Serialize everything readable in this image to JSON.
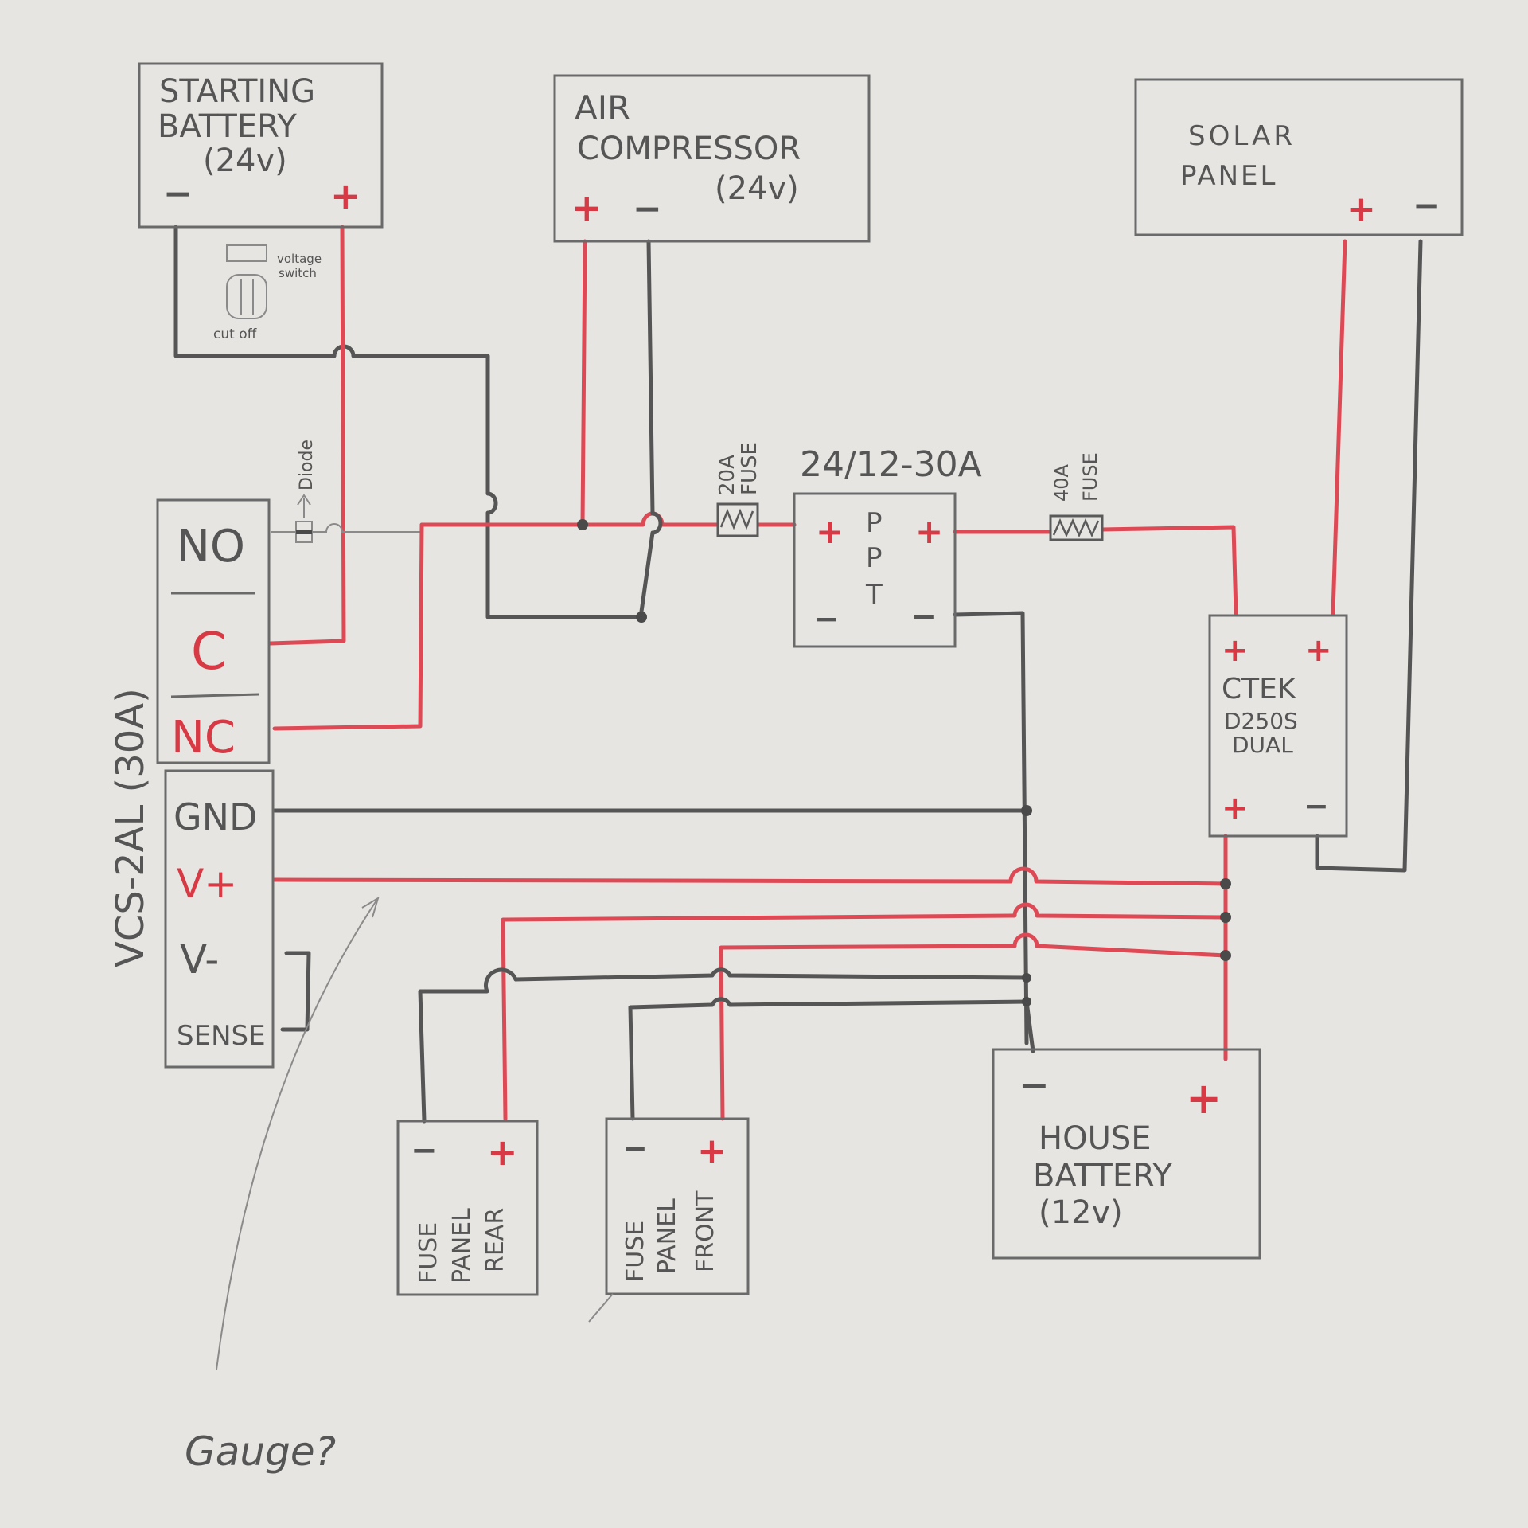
{
  "colors": {
    "paper": "#e7e5e1",
    "positive_wire": "#dd4a55",
    "negative_wire": "#555555",
    "pencil": "#6a6a6a"
  },
  "starting_battery": {
    "line1": "STARTING",
    "line2": "BATTERY",
    "line3": "(24v)",
    "neg": "−",
    "pos": "+"
  },
  "cutoff": {
    "label1": "voltage",
    "label2": "switch",
    "label3": "cut off"
  },
  "air_compressor": {
    "line1": "AIR",
    "line2": "COMPRESSOR",
    "line3": "(24v)",
    "pos": "+",
    "neg": "−"
  },
  "solar_panel": {
    "line1": "SOLAR",
    "line2": "PANEL",
    "pos": "+",
    "neg": "−"
  },
  "diode": {
    "label": "Diode"
  },
  "fuse20": {
    "line1": "20A",
    "line2": "FUSE"
  },
  "fuse40": {
    "line1": "40A",
    "line2": "FUSE"
  },
  "mppt": {
    "title": "24/12-30A",
    "letters": [
      "P",
      "P",
      "T"
    ],
    "pos_in": "+",
    "pos_out": "+",
    "neg_in": "−",
    "neg_out": "−"
  },
  "ctek": {
    "line1": "CTEK",
    "line2": "D250S",
    "line3": "DUAL",
    "pos_tl": "+",
    "pos_tr": "+",
    "pos_bl": "+",
    "neg_br": "−"
  },
  "relay": {
    "vertical_label": "VCS-2AL (30A)",
    "terminals": [
      "NO",
      "C",
      "NC",
      "GND",
      "V+",
      "V-",
      "SENSE"
    ]
  },
  "house_battery": {
    "line1": "HOUSE",
    "line2": "BATTERY",
    "line3": "(12v)",
    "neg": "−",
    "pos": "+"
  },
  "fuse_panel_rear": {
    "lines": [
      "FUSE",
      "PANEL",
      "REAR"
    ],
    "neg": "−",
    "pos": "+"
  },
  "fuse_panel_front": {
    "lines": [
      "FUSE",
      "PANEL",
      "FRONT"
    ],
    "neg": "−",
    "pos": "+"
  },
  "note": {
    "text": "Gauge?"
  }
}
